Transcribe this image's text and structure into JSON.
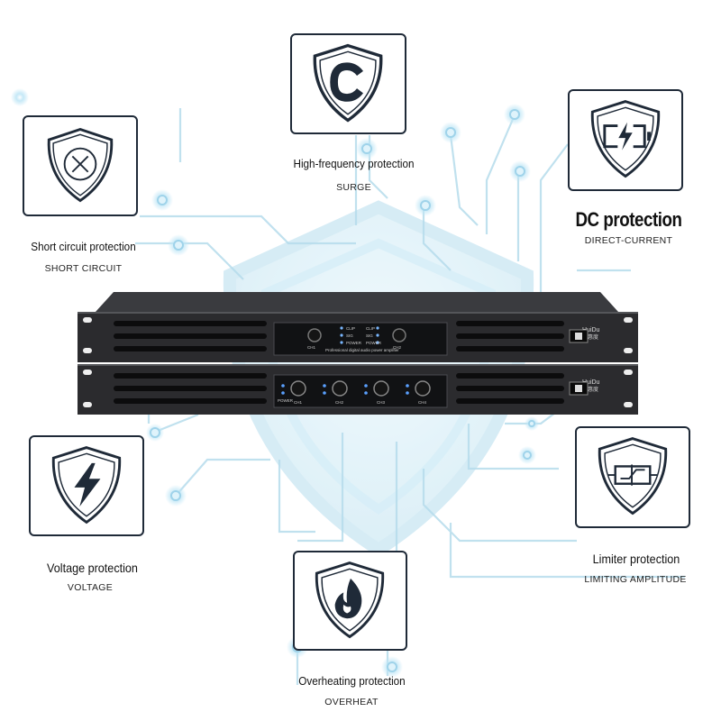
{
  "features": {
    "short_circuit": {
      "title": "Short circuit protection",
      "subtitle": "SHORT CIRCUIT",
      "icon": "circle-x-shield-icon"
    },
    "surge": {
      "title": "High-frequency protection",
      "subtitle": "SURGE",
      "icon": "c-shield-icon"
    },
    "dc": {
      "title": "DC protection",
      "subtitle": "DIRECT-CURRENT",
      "icon": "battery-bolt-shield-icon"
    },
    "voltage": {
      "title": "Voltage protection",
      "subtitle": "VOLTAGE",
      "icon": "lightning-shield-icon"
    },
    "limiter": {
      "title": "Limiter protection",
      "subtitle": "LIMITING AMPLITUDE",
      "icon": "limiter-shield-icon"
    },
    "overheat": {
      "title": "Overheating protection",
      "subtitle": "OVERHEAT",
      "icon": "flame-shield-icon"
    }
  },
  "amplifier": {
    "brand": "HuiDu",
    "brand_cn": "惠度",
    "top_caption": "Professional digital audio power amplifier",
    "top_channels": [
      "CH1",
      "CH2"
    ],
    "top_leds": [
      "CLIP",
      "SIG",
      "POWER",
      "CLIP",
      "SIG",
      "POWER"
    ],
    "bottom_channels": [
      "CH1",
      "CH2",
      "CH3",
      "CH4"
    ],
    "bottom_led_label": "POWER"
  },
  "colors": {
    "accent": "#7fc8e6",
    "dark": "#1f2a38",
    "chassis": "#2b2b2e"
  }
}
